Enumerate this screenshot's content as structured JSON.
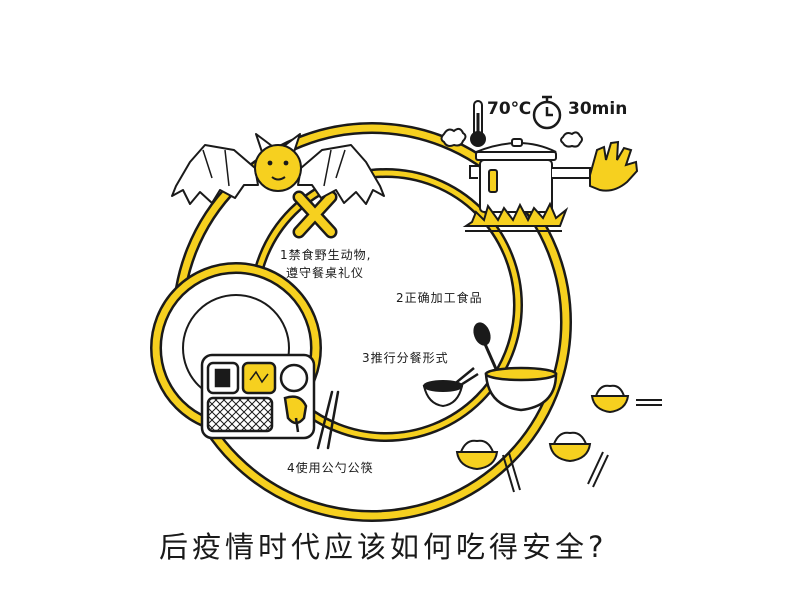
{
  "colors": {
    "accent": "#f6d01f",
    "ink": "#1a1a1a",
    "background": "#ffffff"
  },
  "title": "后疫情时代应该如何吃得安全?",
  "cooking": {
    "temperature": "70℃",
    "duration": "30min"
  },
  "steps": [
    {
      "label": "1禁食野生动物,",
      "label2": "遵守餐桌礼仪"
    },
    {
      "label": "2正确加工食品"
    },
    {
      "label": "3推行分餐形式"
    },
    {
      "label": "4使用公勺公筷"
    }
  ],
  "icons": [
    "bat-icon",
    "cross-icon",
    "thermometer-icon",
    "stopwatch-icon",
    "cooking-pot-icon",
    "fire-icon",
    "glove-icon",
    "steam-icon",
    "plate-icon",
    "meal-tray-icon",
    "chopsticks-icon",
    "bowl-icon",
    "spoon-icon",
    "rice-bowl-icon"
  ]
}
